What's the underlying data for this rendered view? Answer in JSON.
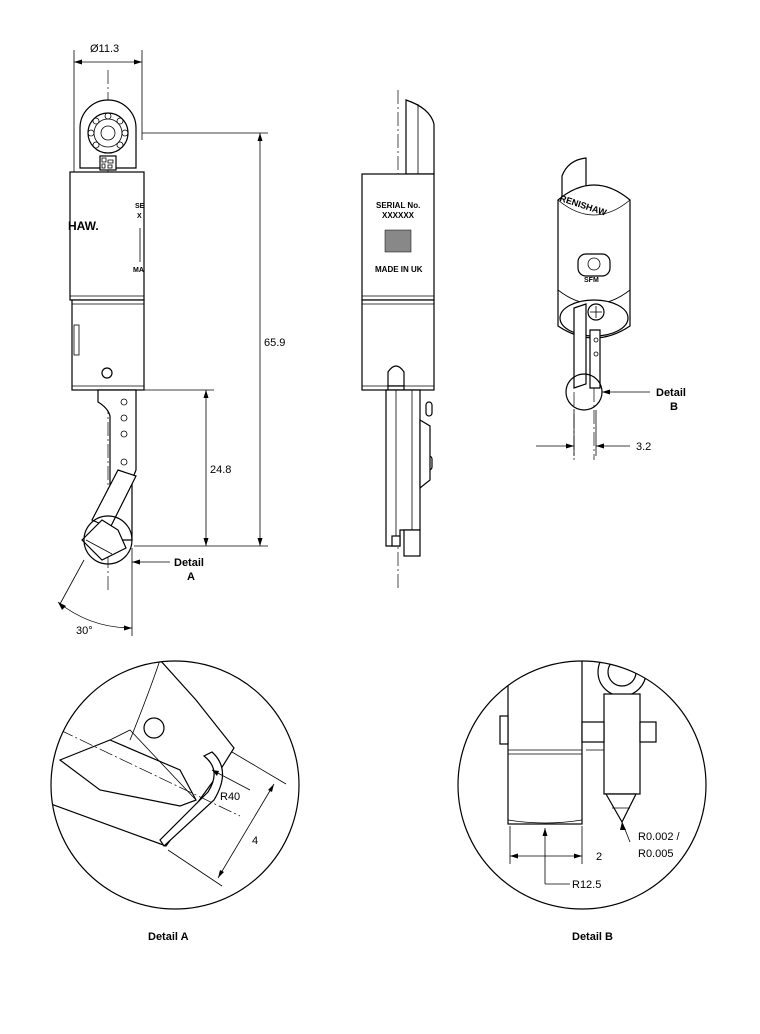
{
  "dimensions": {
    "diameter": "Ø11.3",
    "overall_length": "65.9",
    "tip_length": "24.8",
    "angle": "30°",
    "offset": "3.2",
    "radius_a": "R40",
    "length_a": "4",
    "width_b": "2",
    "radius_b": "R12.5",
    "tip_radius_1": "R0.002 /",
    "tip_radius_2": "R0.005"
  },
  "callouts": {
    "detail_word": "Detail",
    "detail_a_letter": "A",
    "detail_b_letter": "B"
  },
  "captions": {
    "detail_a": "Detail A",
    "detail_b": "Detail B"
  },
  "markings": {
    "serial_label": "SERIAL No.",
    "serial_value": "XXXXXX",
    "made_in": "MADE IN UK",
    "brand_partial": "HAW.",
    "brand_rotated": "RENISHAW",
    "sfm_badge": "SFM",
    "side_se": "SE",
    "side_x": "X",
    "side_ma": "MA"
  },
  "colors": {
    "line": "#000000",
    "background": "#ffffff"
  }
}
